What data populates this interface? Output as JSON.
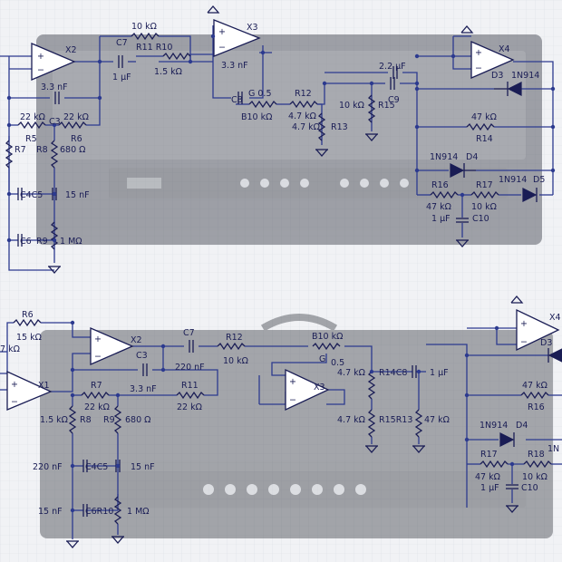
{
  "top": {
    "opamps": {
      "x2": "X2",
      "x3": "X3",
      "x4": "X4"
    },
    "labels": {
      "r10k_top": "10 kΩ",
      "c7": "C7",
      "r11r10": "R11  R10",
      "c_1uF": "1 µF",
      "r15k": "1.5 kΩ",
      "c33nF_left": "3.3 nF",
      "c33nF_x3": "3.3 nF",
      "r22k_a": "22 kΩ",
      "r22k_b": "22 kΩ",
      "c3": "C3",
      "r5": "R5",
      "r6": "R6",
      "r7": "R7",
      "r8": "R8",
      "r680": "680 Ω",
      "c4c5": "C4C5",
      "c15nF": "15 nF",
      "c6": "C6",
      "r9": "R9",
      "r1M": "1 MΩ",
      "c8": "C8",
      "g05": "G 0.5",
      "b10k": "B10 kΩ",
      "r12": "R12",
      "r47k_a": "4.7 kΩ",
      "r47k_b": "4.7 kΩ",
      "r13": "R13",
      "r10k_15": "10 kΩ",
      "r15": "R15",
      "c22uF": "2.2 µF",
      "c9": "C9",
      "d3": "D3",
      "d3p": "1N914",
      "r47k_14": "47 kΩ",
      "r14": "R14",
      "d4p": "1N914",
      "d4": "D4",
      "d5p": "1N914",
      "d5": "D5",
      "r16": "R16",
      "r17": "R17",
      "r47k_16": "47 kΩ",
      "r10k_17": "10 kΩ",
      "c10v": "1 µF",
      "c10": "C10"
    }
  },
  "bottom": {
    "opamps": {
      "x1": "X1",
      "x2": "X2",
      "x3": "X3",
      "x4": "X4"
    },
    "labels": {
      "r6": "R6",
      "r15k": "15 kΩ",
      "r7k": "7 kΩ",
      "c7": "C7",
      "c220n": "220 nF",
      "r12": "R12",
      "r10k": "10 kΩ",
      "b10k": "B10 kΩ",
      "g05": "G",
      "v05": "0.5",
      "c3": "C3",
      "r7": "R7",
      "r22k": "22 kΩ",
      "c33n": "3.3 nF",
      "r11": "R11",
      "r22k_b": "22 kΩ",
      "r15k_b": "1.5 kΩ",
      "r8": "R8",
      "r9": "R9",
      "r680": "680 Ω",
      "r47k_14": "4.7 kΩ",
      "r14c8": "R14C8",
      "c1u": "1 µF",
      "r47k_15": "4.7 kΩ",
      "r15r13": "R15R13",
      "r47k_13": "47 kΩ",
      "c220n_b": "220 nF",
      "c4c5": "C4C5",
      "c15n": "15 nF",
      "c15n_b": "15 nF",
      "c6r10": "C6R10",
      "r1M": "1 MΩ",
      "d3": "D3",
      "r47k_16": "47 kΩ",
      "r16": "R16",
      "d4p": "1N914",
      "d4": "D4",
      "d5p": "1N",
      "r17": "R17",
      "r18": "R18",
      "r47k_17": "47 kΩ",
      "r10k_18": "10 kΩ",
      "c10v": "1 µF",
      "c10": "C10"
    }
  }
}
